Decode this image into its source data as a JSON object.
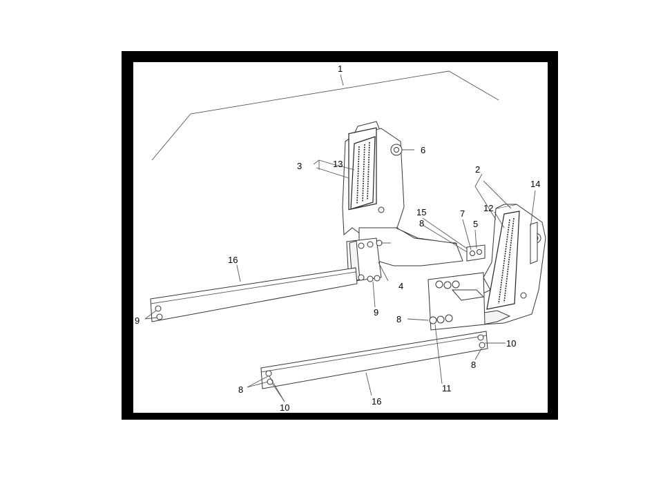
{
  "callouts": [
    "1",
    "2",
    "3",
    "4",
    "5",
    "6",
    "7",
    "8",
    "9",
    "10",
    "11",
    "12",
    "13",
    "14",
    "15",
    "16"
  ],
  "colors": {
    "frame": "#000000",
    "line": "#333333",
    "background": "#ffffff"
  }
}
